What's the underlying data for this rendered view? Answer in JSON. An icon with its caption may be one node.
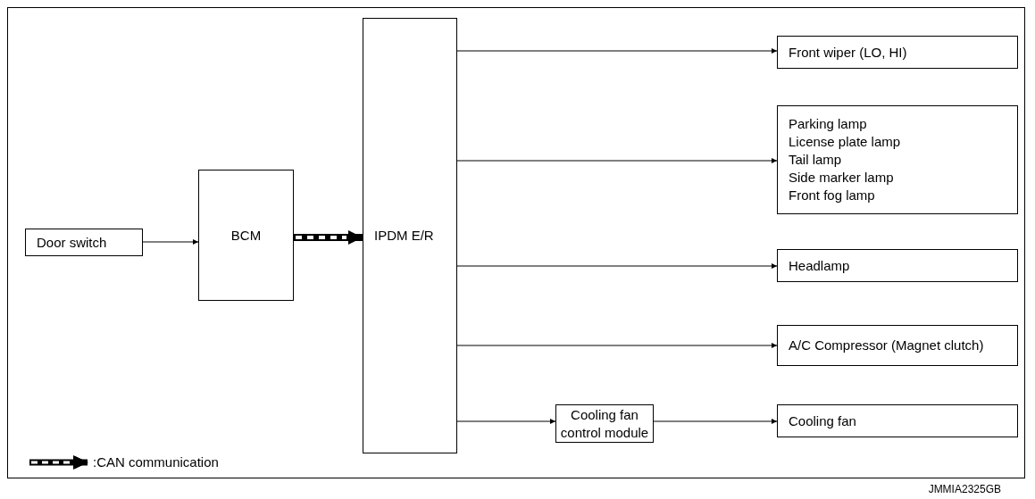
{
  "diagram": {
    "nodes": [
      {
        "text": [
          "Door switch"
        ]
      },
      {
        "text": [
          "BCM"
        ]
      },
      {
        "text": [
          "IPDM E/R"
        ]
      },
      {
        "text": [
          "Front wiper (LO, HI)"
        ]
      },
      {
        "text": [
          "Parking lamp",
          "License plate lamp",
          "Tail lamp",
          "Side marker lamp",
          "Front fog lamp"
        ]
      },
      {
        "text": [
          "Headlamp"
        ]
      },
      {
        "text": [
          "A/C Compressor (Magnet clutch)"
        ]
      },
      {
        "text": [
          "Cooling fan control module"
        ]
      },
      {
        "text": [
          "Cooling fan"
        ]
      }
    ],
    "edges": [
      {
        "from": 0,
        "to": 1,
        "arrow": "to"
      },
      {
        "from": 1,
        "to": 2,
        "arrow": "to",
        "style": "thick"
      },
      {
        "from": 2,
        "to": 3,
        "arrow": "to"
      },
      {
        "from": 2,
        "to": 4,
        "arrow": "to"
      },
      {
        "from": 2,
        "to": 5,
        "arrow": "to"
      },
      {
        "from": 2,
        "to": 6,
        "arrow": "to"
      },
      {
        "from": 2,
        "to": 7,
        "arrow": "to"
      },
      {
        "from": 7,
        "to": 8,
        "arrow": "to"
      }
    ],
    "labels": [
      "JMMIA2325GB"
    ],
    "legend": [
      {
        "text": ":CAN communication"
      }
    ]
  }
}
